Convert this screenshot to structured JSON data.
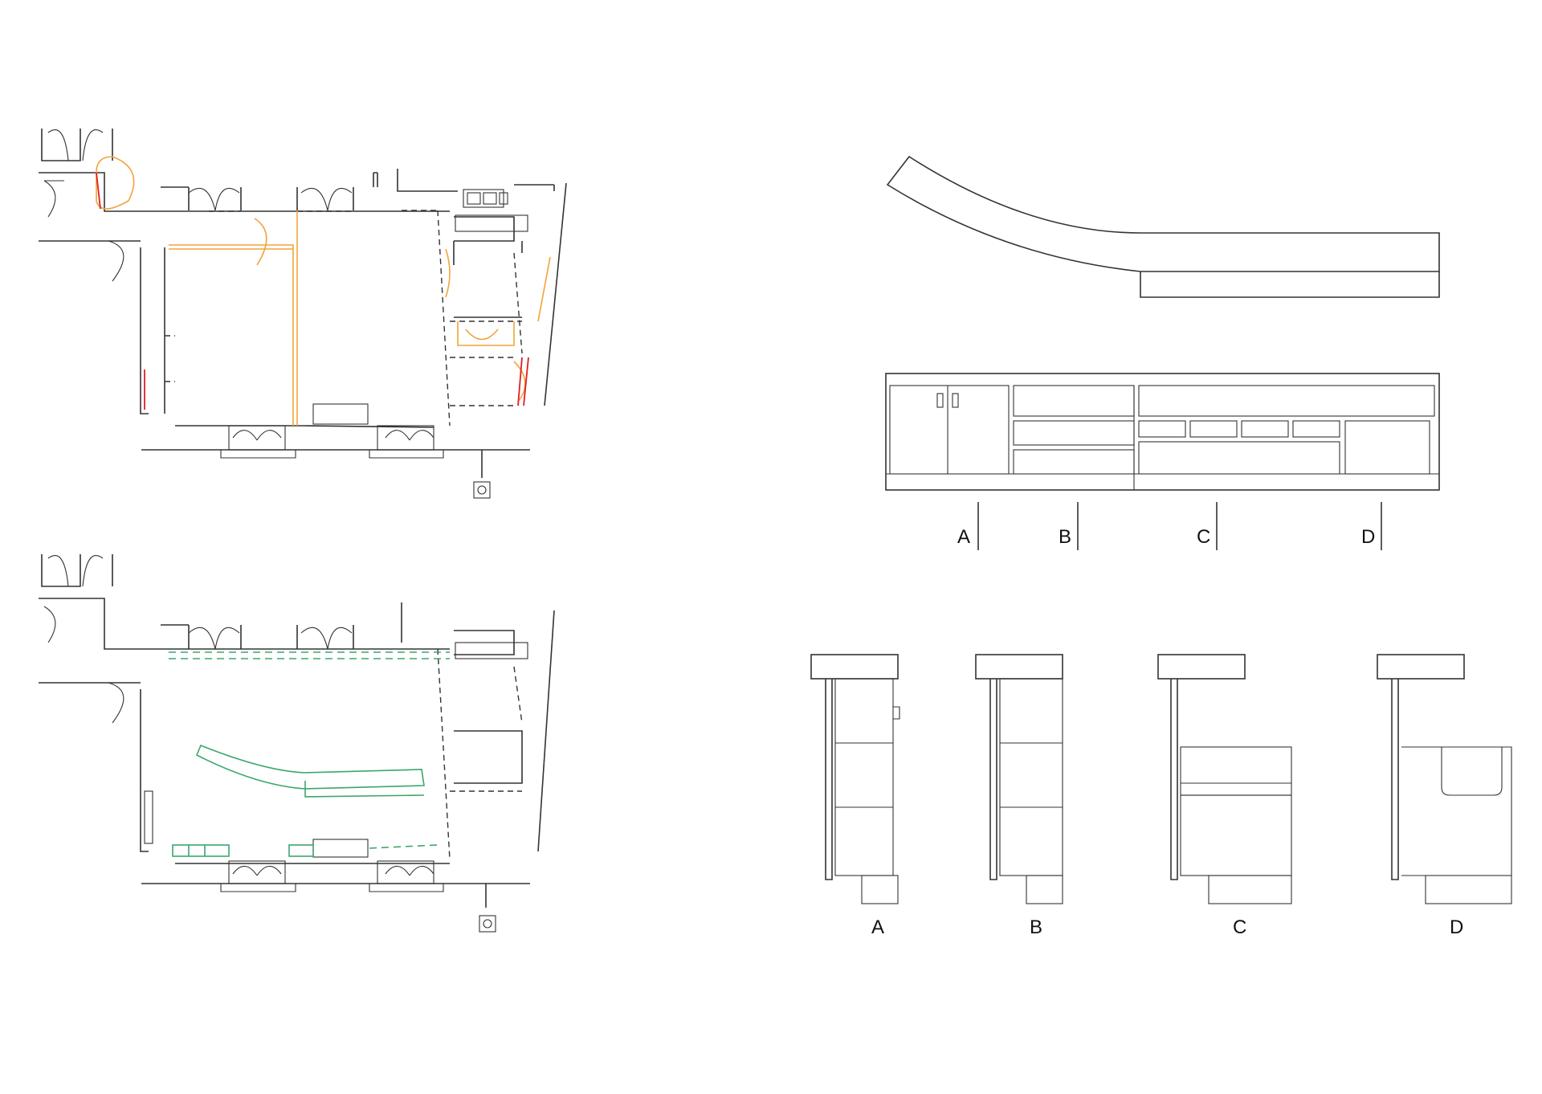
{
  "section_markers": [
    {
      "id": "A",
      "label": "A"
    },
    {
      "id": "B",
      "label": "B"
    },
    {
      "id": "C",
      "label": "C"
    },
    {
      "id": "D",
      "label": "D"
    }
  ],
  "section_views": [
    {
      "id": "A",
      "label": "A"
    },
    {
      "id": "B",
      "label": "B"
    },
    {
      "id": "C",
      "label": "C"
    },
    {
      "id": "D",
      "label": "D"
    }
  ],
  "colors": {
    "line": "#333333",
    "existing_demolish": "#f2a33a",
    "existing_remove": "#e02020",
    "new_construction": "#3aa76d"
  }
}
